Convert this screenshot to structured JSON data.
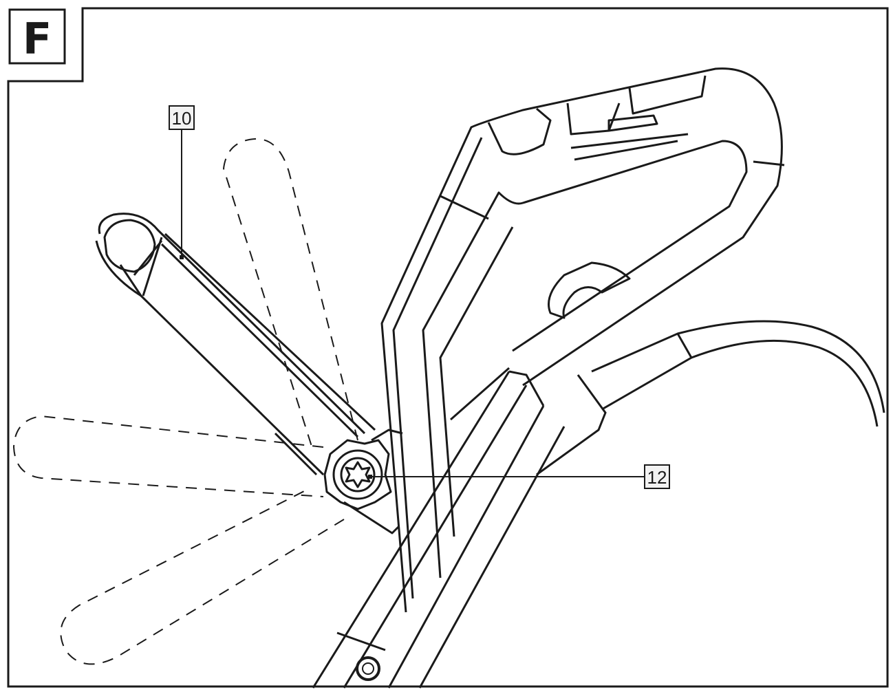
{
  "figure": {
    "panel_letter": "F",
    "callouts": [
      {
        "id": "callout-10",
        "text": "10",
        "target": "auxiliary-handle"
      },
      {
        "id": "callout-12",
        "text": "12",
        "target": "handle-locking-knob"
      }
    ],
    "colors": {
      "line": "#1a1a1a",
      "callout_box_fill": "#f2f2f2",
      "background": "#ffffff"
    }
  }
}
